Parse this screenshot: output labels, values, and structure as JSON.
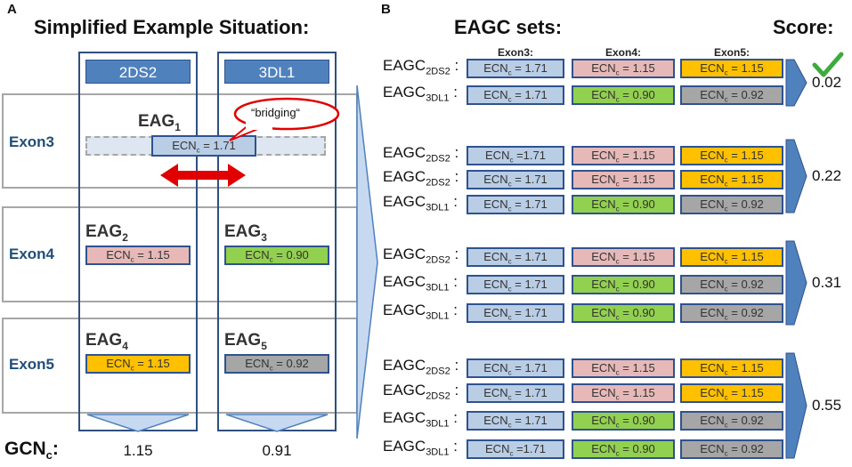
{
  "panel_a": {
    "letter": "A",
    "title": "Simplified Example Situation:",
    "genes": [
      "2DS2",
      "3DL1"
    ],
    "exons": [
      "Exon3",
      "Exon4",
      "Exon5"
    ],
    "eag_prefix": "EAG",
    "ecn_prefix": "ECN",
    "ecn_sub": "c",
    "eags": [
      {
        "index": "1",
        "value": "1.71",
        "color": "#b9cde5"
      },
      {
        "index": "2",
        "value": "1.15",
        "color": "#e6b9b8"
      },
      {
        "index": "3",
        "value": "0.90",
        "color": "#92d050"
      },
      {
        "index": "4",
        "value": "1.15",
        "color": "#ffc000"
      },
      {
        "index": "5",
        "value": "0.92",
        "color": "#a6a6a6"
      }
    ],
    "bridging_label": "“bridging“",
    "gcn_prefix": "GCN",
    "gcn_sub": "c",
    "gcn_suffix": ":",
    "gcn_values": [
      "1.15",
      "0.91"
    ]
  },
  "panel_b": {
    "letter": "B",
    "title": "EAGC sets:",
    "score_title": "Score:",
    "set_prefix": "EAGC",
    "column_headers": [
      "Exon3:",
      "Exon4:",
      "Exon5:"
    ],
    "groups": [
      {
        "score": "0.02",
        "check": true,
        "rows": [
          {
            "gene": "2DS2",
            "values": [
              "ECNc = 1.71",
              "ECNc = 1.15",
              "ECNc = 1.15"
            ],
            "colors": [
              "blue",
              "pink",
              "yellow"
            ]
          },
          {
            "gene": "3DL1",
            "values": [
              "ECNc = 1.71",
              "ECNc = 0.90",
              "ECNc = 0.92"
            ],
            "colors": [
              "blue",
              "green",
              "gray"
            ]
          }
        ]
      },
      {
        "score": "0.22",
        "check": false,
        "rows": [
          {
            "gene": "2DS2",
            "values": [
              "ECNc =1.71",
              "ECNc = 1.15",
              "ECNc = 1.15"
            ],
            "colors": [
              "blue",
              "pink",
              "yellow"
            ]
          },
          {
            "gene": "2DS2",
            "values": [
              "ECNc = 1.71",
              "ECNc = 1.15",
              "ECNc = 1.15"
            ],
            "colors": [
              "blue",
              "pink",
              "yellow"
            ]
          },
          {
            "gene": "3DL1",
            "values": [
              "ECNc = 1.71",
              "ECNc = 0.90",
              "ECNc = 0.92"
            ],
            "colors": [
              "blue",
              "green",
              "gray"
            ]
          }
        ]
      },
      {
        "score": "0.31",
        "check": false,
        "rows": [
          {
            "gene": "2DS2",
            "values": [
              "ECNc = 1.71",
              "ECNc = 1.15",
              "ECNc = 1.15"
            ],
            "colors": [
              "blue",
              "pink",
              "yellow"
            ]
          },
          {
            "gene": "3DL1",
            "values": [
              "ECNc = 1.71",
              "ECNc = 0.90",
              "ECNc = 0.92"
            ],
            "colors": [
              "blue",
              "green",
              "gray"
            ]
          },
          {
            "gene": "3DL1",
            "values": [
              "ECNc = 1.71",
              "ECNc = 0.90",
              "ECNc = 0.92"
            ],
            "colors": [
              "blue",
              "green",
              "gray"
            ]
          }
        ]
      },
      {
        "score": "0.55",
        "check": false,
        "rows": [
          {
            "gene": "2DS2",
            "values": [
              "ECNc = 1.71",
              "ECNc = 1.15",
              "ECNc = 1.15"
            ],
            "colors": [
              "blue",
              "pink",
              "yellow"
            ]
          },
          {
            "gene": "2DS2",
            "values": [
              "ECNc = 1.71",
              "ECNc = 1.15",
              "ECNc = 1.15"
            ],
            "colors": [
              "blue",
              "pink",
              "yellow"
            ]
          },
          {
            "gene": "3DL1",
            "values": [
              "ECNc = 1.71",
              "ECNc = 0.90",
              "ECNc = 0.92"
            ],
            "colors": [
              "blue",
              "green",
              "gray"
            ]
          },
          {
            "gene": "3DL1",
            "values": [
              "ECNc =1.71",
              "ECNc = 0.90",
              "ECNc = 0.92"
            ],
            "colors": [
              "blue",
              "green",
              "gray"
            ]
          }
        ]
      }
    ]
  },
  "colors": {
    "header_blue": "#4f81bd",
    "frame_blue": "#2f4f7f",
    "row_gray": "#a6a6a6",
    "bridge_red": "#e00000",
    "arrow_fill": "#c6d9f1",
    "check_green": "#3daa3d"
  }
}
